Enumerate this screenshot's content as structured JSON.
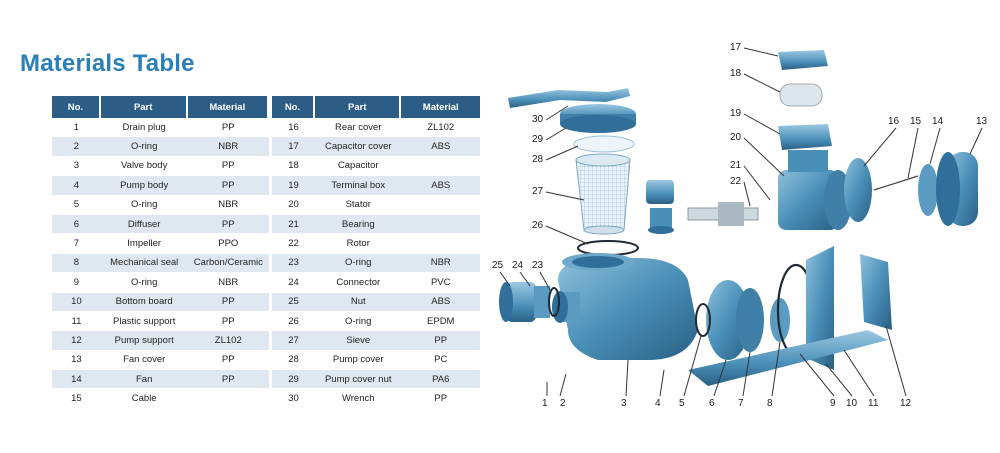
{
  "title": "Materials Table",
  "columns": [
    "No.",
    "Part",
    "Material"
  ],
  "rows_left": [
    {
      "no": "1",
      "part": "Drain plug",
      "material": "PP"
    },
    {
      "no": "2",
      "part": "O-ring",
      "material": "NBR"
    },
    {
      "no": "3",
      "part": "Valve body",
      "material": "PP"
    },
    {
      "no": "4",
      "part": "Pump body",
      "material": "PP"
    },
    {
      "no": "5",
      "part": "O-ring",
      "material": "NBR"
    },
    {
      "no": "6",
      "part": "Diffuser",
      "material": "PP"
    },
    {
      "no": "7",
      "part": "Impeller",
      "material": "PPO"
    },
    {
      "no": "8",
      "part": "Mechanical seal",
      "material": "Carbon/Ceramic"
    },
    {
      "no": "9",
      "part": "O-ring",
      "material": "NBR"
    },
    {
      "no": "10",
      "part": "Bottom board",
      "material": "PP"
    },
    {
      "no": "11",
      "part": "Plastic support",
      "material": "PP"
    },
    {
      "no": "12",
      "part": "Pump support",
      "material": "ZL102"
    },
    {
      "no": "13",
      "part": "Fan cover",
      "material": "PP"
    },
    {
      "no": "14",
      "part": "Fan",
      "material": "PP"
    },
    {
      "no": "15",
      "part": "Cable",
      "material": ""
    }
  ],
  "rows_right": [
    {
      "no": "16",
      "part": "Rear cover",
      "material": "ZL102"
    },
    {
      "no": "17",
      "part": "Capacitor cover",
      "material": "ABS"
    },
    {
      "no": "18",
      "part": "Capacitor",
      "material": ""
    },
    {
      "no": "19",
      "part": "Terminal box",
      "material": "ABS"
    },
    {
      "no": "20",
      "part": "Stator",
      "material": ""
    },
    {
      "no": "21",
      "part": "Bearing",
      "material": ""
    },
    {
      "no": "22",
      "part": "Rotor",
      "material": ""
    },
    {
      "no": "23",
      "part": "O-ring",
      "material": "NBR"
    },
    {
      "no": "24",
      "part": "Connector",
      "material": "PVC"
    },
    {
      "no": "25",
      "part": "Nut",
      "material": "ABS"
    },
    {
      "no": "26",
      "part": "O-ring",
      "material": "EPDM"
    },
    {
      "no": "27",
      "part": "Sieve",
      "material": "PP"
    },
    {
      "no": "28",
      "part": "Pump cover",
      "material": "PC"
    },
    {
      "no": "29",
      "part": "Pump cover nut",
      "material": "PA6"
    },
    {
      "no": "30",
      "part": "Wrench",
      "material": "PP"
    }
  ],
  "diagram_labels": [
    "1",
    "2",
    "3",
    "4",
    "5",
    "6",
    "7",
    "8",
    "9",
    "10",
    "11",
    "12",
    "13",
    "14",
    "15",
    "16",
    "17",
    "18",
    "19",
    "20",
    "21",
    "22",
    "23",
    "24",
    "25",
    "26",
    "27",
    "28",
    "29",
    "30"
  ],
  "colors": {
    "accent": "#2a7fb8",
    "header": "#2c5d86",
    "stripe": "#dfe8f1",
    "part": "#4a8fb8",
    "part_dark": "#2f6f99"
  }
}
